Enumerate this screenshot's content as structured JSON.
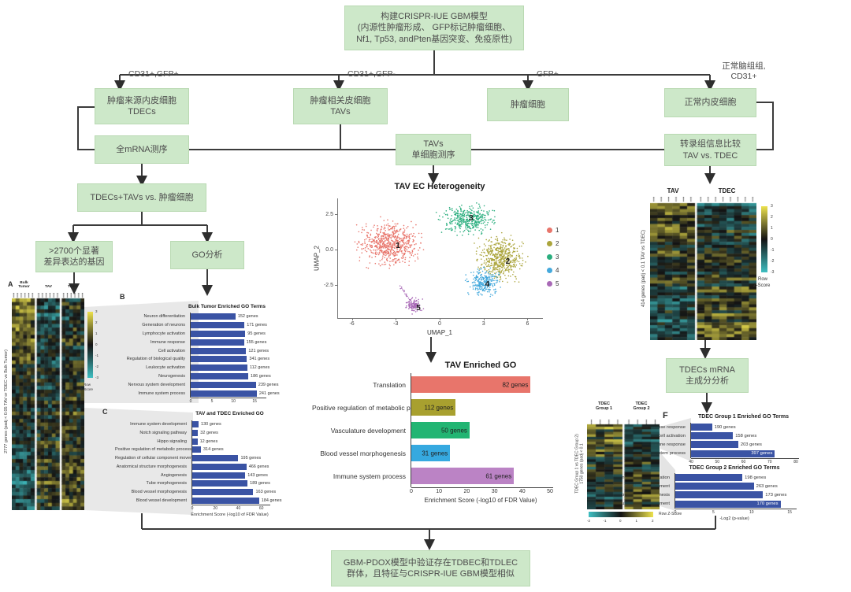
{
  "flowchart": {
    "top_box": {
      "line1": "构建CRISPR-IUE GBM模型",
      "line2": "(内源性肿瘤形成、 GFP标记肿瘤细胞、",
      "line3": "Nf1, Tp53, andPten基因突变、免疫原性)"
    },
    "branch_labels": {
      "b1": "CD31+,GFP+",
      "b2": "CD31+,GFP-",
      "b3": "GFP+",
      "b4_line1": "正常脑组组,",
      "b4_line2": "CD31+"
    },
    "boxes": {
      "tdec_line1": "肿瘤来源内皮细胞",
      "tdec_line2": "TDECs",
      "tav_line1": "肿瘤相关皮细胞",
      "tav_line2": "TAVs",
      "tumor": "肿瘤细胞",
      "normal": "正常内皮细胞",
      "mrna": "全mRNA测序",
      "sc_line1": "TAVs",
      "sc_line2": "单细胞测序",
      "compare_line1": "转录组信息比较",
      "compare_line2": "TAV vs. TDEC",
      "vs": "TDECs+TAVs vs. 肿瘤细胞",
      "deg_line1": ">2700个显著",
      "deg_line2": "差异表达的基因",
      "go": "GO分析",
      "pca_line1": "TDECs mRNA",
      "pca_line2": "主成分分析",
      "bottom_line1": "GBM-PDOX模型中验证存在TDBEC和TDLEC",
      "bottom_line2": "群体，且特征与CRISPR-IUE GBM模型相似"
    },
    "panel_letters": {
      "a": "A",
      "b": "B",
      "c": "C",
      "f": "F"
    },
    "box_color": "#cde8c9"
  },
  "chart_data": [
    {
      "id": "umap",
      "type": "scatter",
      "title": "TAV EC Heterogeneity",
      "xlabel": "UMAP_1",
      "ylabel": "UMAP_2",
      "xlim": [
        -7,
        7
      ],
      "ylim": [
        -4.8,
        3.6
      ],
      "xticks": [
        -6,
        -3,
        0,
        3,
        6
      ],
      "yticks": [
        2.5,
        0.0,
        -2.5
      ],
      "legend": [
        {
          "label": "1",
          "color": "#E8756B"
        },
        {
          "label": "2",
          "color": "#ABA53C"
        },
        {
          "label": "3",
          "color": "#2AAE7E"
        },
        {
          "label": "4",
          "color": "#45A9DC"
        },
        {
          "label": "5",
          "color": "#A869B6"
        }
      ],
      "clusters": [
        {
          "label": "1",
          "color": "#E8756B",
          "n": 650,
          "cx": -3.4,
          "cy": 0.4,
          "sx": 1.9,
          "sy": 1.35,
          "lx": -3.0,
          "ly": 0.3
        },
        {
          "label": "2",
          "color": "#ABA53C",
          "n": 520,
          "cx": 4.2,
          "cy": -0.6,
          "sx": 1.35,
          "sy": 1.25,
          "lx": 4.5,
          "ly": -0.8
        },
        {
          "label": "3",
          "color": "#2AAE7E",
          "n": 380,
          "cx": 1.9,
          "cy": 2.1,
          "sx": 1.6,
          "sy": 0.85,
          "lx": 2.0,
          "ly": 2.2
        },
        {
          "label": "4",
          "color": "#45A9DC",
          "n": 260,
          "cx": 3.0,
          "cy": -2.3,
          "sx": 0.95,
          "sy": 0.85,
          "lx": 3.1,
          "ly": -2.4
        },
        {
          "label": "5",
          "color": "#A869B6",
          "n": 110,
          "cx": -1.75,
          "cy": -3.9,
          "sx": 0.5,
          "sy": 0.45,
          "lx": -1.6,
          "ly": -4.1,
          "trail": [
            [
              -2.7,
              -2.6
            ],
            [
              -1.8,
              -3.8
            ]
          ]
        }
      ]
    },
    {
      "id": "tav_go",
      "type": "bar",
      "title": "TAV Enriched GO",
      "categories": [
        "Translation",
        "Positive regulation of metabolic process",
        "Vasculature development",
        "Blood vessel morphogenesis",
        "Immune system process"
      ],
      "values": [
        43,
        16,
        21,
        14,
        37
      ],
      "gene_labels": [
        "82 genes",
        "112 genes",
        "50 genes",
        "31 genes",
        "61 genes"
      ],
      "colors": [
        "#E8756B",
        "#A8A02F",
        "#22B573",
        "#36A9E0",
        "#BB83C5"
      ],
      "xlabel": "Enrichment Score (-log10 of FDR Value)",
      "xticks": [
        0,
        10,
        20,
        30,
        40,
        50
      ],
      "xlim": [
        0,
        50
      ]
    },
    {
      "id": "bulk_go",
      "type": "bar",
      "title": "Bulk Tumor Enriched GO Terms",
      "categories": [
        "Neuron differentiation",
        "Generation of neurons",
        "Lymphocyte activation",
        "Immune response",
        "Cell activation",
        "Regulation of biological quality",
        "Leukocyte activation",
        "Neurogenesis",
        "Nervous system development",
        "Immune system process"
      ],
      "values": [
        10.5,
        12.6,
        12.8,
        12.5,
        13.0,
        13.2,
        13.3,
        13.5,
        15.3,
        15.5
      ],
      "gene_labels": [
        "152 genes",
        "171 genes",
        "95 genes",
        "155 genes",
        "121 genes",
        "341 genes",
        "112 genes",
        "186 genes",
        "239 genes",
        "241 genes"
      ],
      "bar_color": "#3A53A4",
      "xticks": [
        0,
        5,
        10,
        15
      ],
      "xlim": [
        0,
        17
      ]
    },
    {
      "id": "tavtdec_go",
      "type": "bar",
      "title": "TAV and TDEC Enriched GO",
      "categories": [
        "Immune system development",
        "Notch signaling pathway",
        "Hippo signaling",
        "Positive regulation of metabolic process",
        "Regulation of cellular component movement",
        "Anatomical structure morphogenesis",
        "Angiogenesis",
        "Tube morphogenesis",
        "Blood vessel morphogenesis",
        "Blood vessel development"
      ],
      "values": [
        5.5,
        5.0,
        4.5,
        7.5,
        40,
        47,
        46,
        48,
        53,
        58
      ],
      "gene_labels": [
        "130 genes",
        "32 genes",
        "12 genes",
        "314 genes",
        "195 genes",
        "466 genes",
        "143 genes",
        "189 genes",
        "163 genes",
        "184 genes"
      ],
      "bar_color": "#3A53A4",
      "xlabel": "Enrichment Score (-log10 of FDR Value)",
      "xticks": [
        0,
        20,
        40,
        60
      ],
      "xlim": [
        0,
        65
      ]
    },
    {
      "id": "hm_a",
      "type": "heatmap",
      "col_groups": [
        {
          "l1": "Bulk",
          "l2": "Tumor",
          "cols": 6
        },
        {
          "l1": "TAV",
          "l2": "",
          "cols": 6
        },
        {
          "l1": "TDEC",
          "l2": "",
          "cols": 6
        }
      ],
      "row_label": "2777 genes (padj < 0.05 TAV or TDEC vs Bulk Tumor)",
      "colorbar": {
        "ticks": [
          "3",
          "2",
          "1",
          "0",
          "-1",
          "-2",
          "-3"
        ],
        "l1": "Row",
        "l2": "Z-Score"
      },
      "palette": {
        "low": "#3FBFC2",
        "mid": "#131313",
        "high": "#EDE24D"
      }
    },
    {
      "id": "hm_r",
      "type": "heatmap",
      "col_groups": [
        {
          "l1": "TAV",
          "l2": "",
          "cols": 6
        },
        {
          "l1": "TDEC",
          "l2": "",
          "cols": 8
        }
      ],
      "row_label": "414 genes (padj < 0.1 TAV vs TDEC)",
      "colorbar": {
        "ticks": [
          "3",
          "2",
          "1",
          "0",
          "-1",
          "-2",
          "-3"
        ],
        "l1": "Row",
        "l2": "Z-Score"
      },
      "palette": {
        "low": "#3FBFC2",
        "mid": "#131313",
        "high": "#EDE24D"
      }
    },
    {
      "id": "hm_f",
      "type": "heatmap",
      "col_groups": [
        {
          "l1": "TDEC",
          "l2": "Group 1",
          "cols": 4
        },
        {
          "l1": "TDEC",
          "l2": "Group 2",
          "cols": 4
        }
      ],
      "row_label_line1": "1750 genes (padj < 0.1",
      "row_label_line2": "TDEC Group 1 vs TDEC Group 2)",
      "colorbar": {
        "ticks": [
          "-2",
          "-1",
          "0",
          "1",
          "2"
        ],
        "label": "Row Z-Score"
      },
      "palette": {
        "low": "#3FBFC2",
        "mid": "#131313",
        "high": "#EDE24D"
      }
    },
    {
      "id": "g1_go",
      "type": "bar",
      "title": "TDEC Group 1 Enriched GO Terms",
      "categories": [
        "Defense response",
        "Cell activation",
        "Immune response",
        "Immune system process"
      ],
      "values": [
        48,
        56,
        58,
        72
      ],
      "gene_labels": [
        "190 genes",
        "158 genes",
        "203 genes",
        "397 genes"
      ],
      "bar_color": "#3A53A4",
      "xticks": [
        40,
        50,
        60,
        70,
        80
      ],
      "xlim": [
        40,
        80
      ]
    },
    {
      "id": "g2_go",
      "type": "bar",
      "title": "TDEC Group 2 Enriched GO Terms",
      "categories": [
        "Regulation of cell communication",
        "System development",
        "Anatomical structure morphogenesis",
        "Nervous system development"
      ],
      "values": [
        8.8,
        10.3,
        11.5,
        13.8
      ],
      "gene_labels": [
        "198 genes",
        "263 genes",
        "173 genes",
        "170 genes"
      ],
      "bar_color": "#3A53A4",
      "xlabel": "-Log2 (p-value)",
      "xticks": [
        0,
        5,
        10,
        15
      ],
      "xlim": [
        0,
        15.5
      ]
    }
  ]
}
